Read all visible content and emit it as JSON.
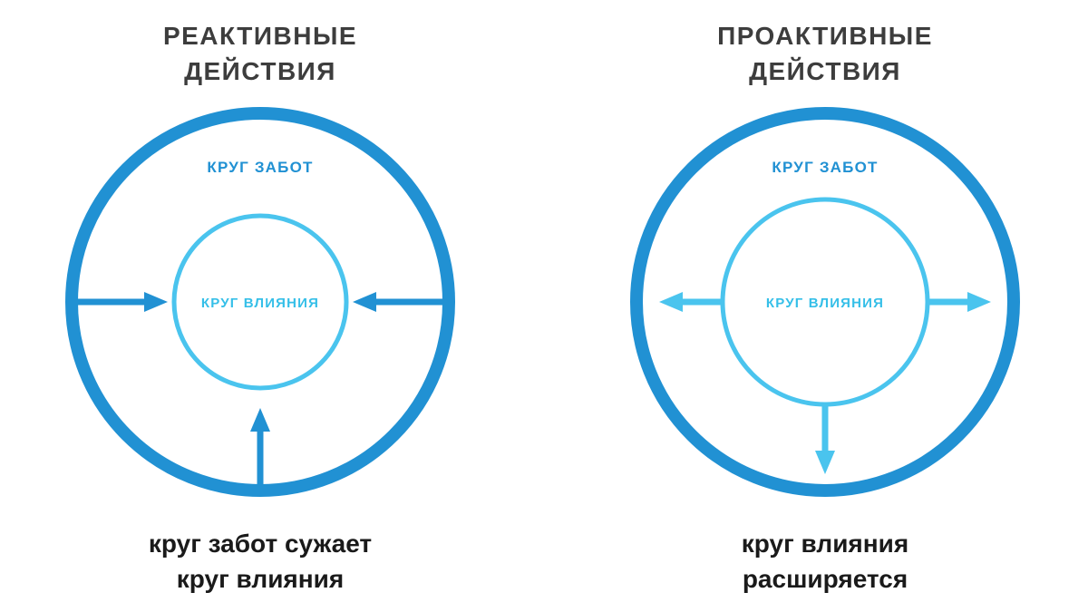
{
  "colors": {
    "background": "#ffffff",
    "outer_ring": "#2191d3",
    "inner_ring": "#4ac4ee",
    "outer_label": "#2191d3",
    "inner_label": "#35bfe8",
    "title": "#3d3d3d",
    "caption": "#1a1a1a"
  },
  "left_panel": {
    "title_line1": "РЕАКТИВНЫЕ",
    "title_line2": "ДЕЙСТВИЯ",
    "outer_circle_label": "КРУГ ЗАБОТ",
    "inner_circle_label": "КРУГ ВЛИЯНИЯ",
    "arrows": "inward",
    "caption_line1": "круг забот сужает",
    "caption_line2": "круг влияния"
  },
  "right_panel": {
    "title_line1": "ПРОАКТИВНЫЕ",
    "title_line2": "ДЕЙСТВИЯ",
    "outer_circle_label": "КРУГ ЗАБОТ",
    "inner_circle_label": "КРУГ ВЛИЯНИЯ",
    "arrows": "outward",
    "caption_line1": "круг влияния",
    "caption_line2": "расширяется"
  }
}
